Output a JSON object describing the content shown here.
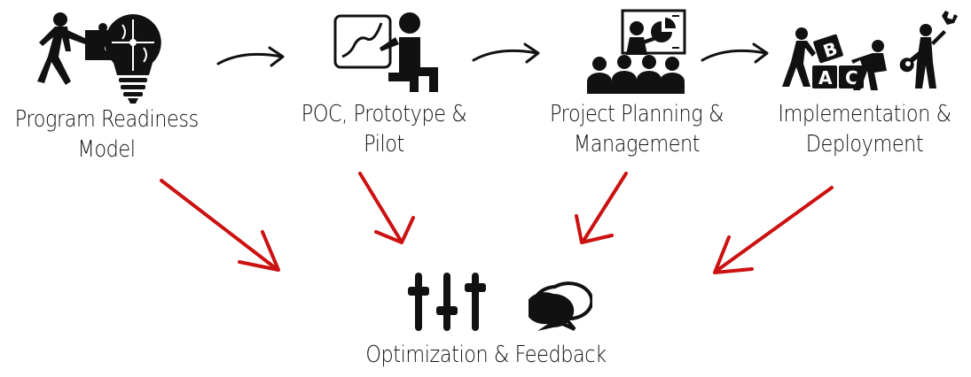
{
  "steps": [
    {
      "line1": "Program Readiness",
      "line2": "Model",
      "icon": "puzzle-lightbulb-icon"
    },
    {
      "line1": "POC, Prototype &",
      "line2": "Pilot",
      "icon": "person-drawing-chart-icon"
    },
    {
      "line1": "Project Planning &",
      "line2": "Management",
      "icon": "presentation-audience-icon"
    },
    {
      "line1": "Implementation &",
      "line2": "Deployment",
      "icon": "builders-blocks-icon"
    }
  ],
  "goal": {
    "label": "Optimization & Feedback",
    "icons": [
      "sliders-icon",
      "chat-bubbles-icon"
    ]
  },
  "block_letters": [
    "B",
    "A",
    "C"
  ],
  "colors": {
    "ink": "#111111",
    "arrow_red": "#cc1111",
    "background": "#ffffff"
  }
}
